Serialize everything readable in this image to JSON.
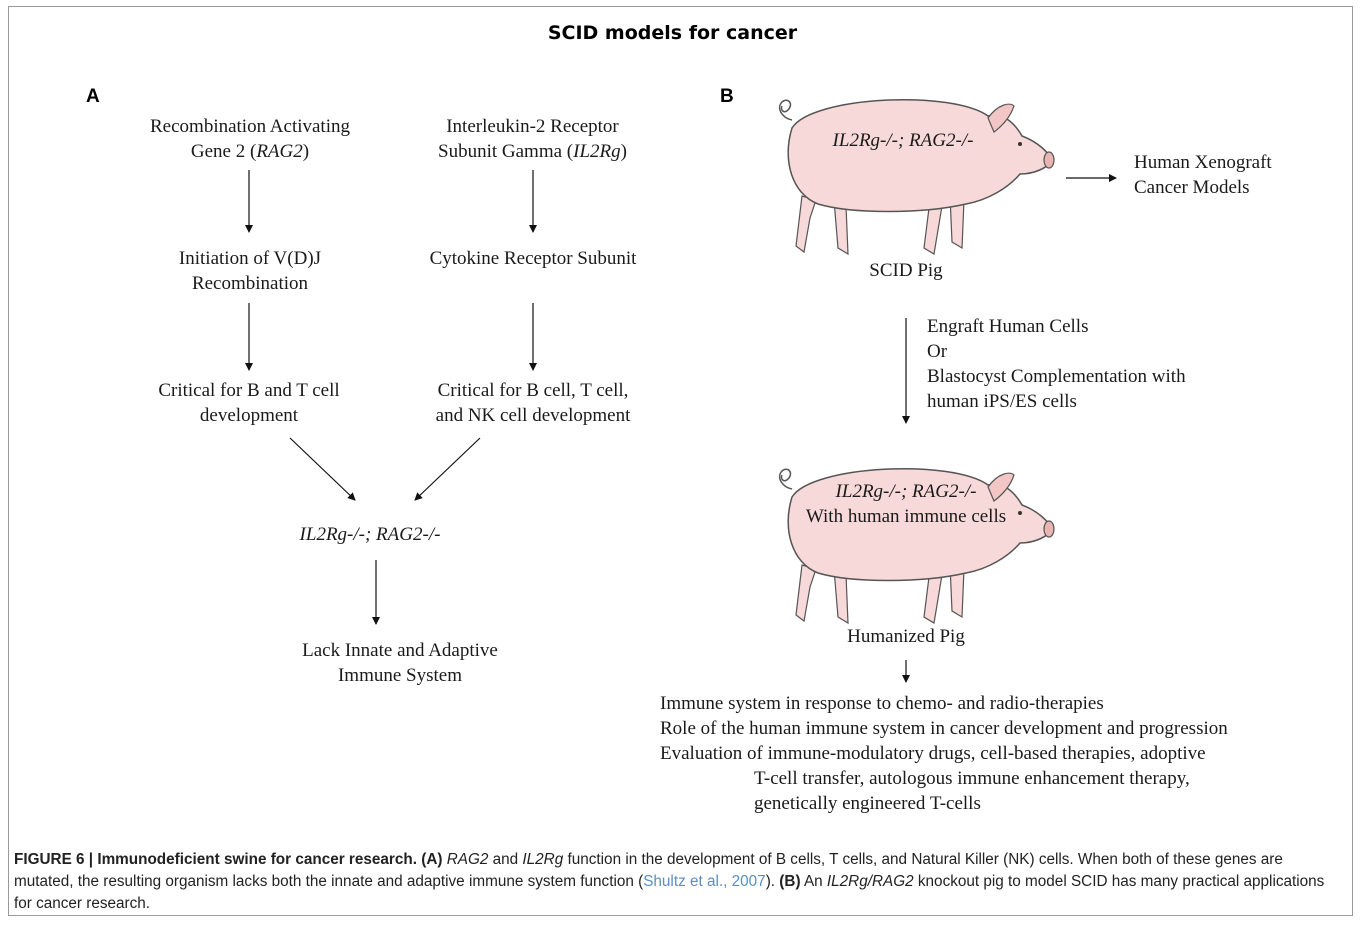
{
  "figure_title": "SCID models for cancer",
  "panel_a": {
    "label": "A",
    "rag2_line1": "Recombination Activating",
    "rag2_line2_pre": "Gene 2 (",
    "rag2_line2_gene": "RAG2",
    "rag2_line2_post": ")",
    "il2rg_line1": "Interleukin-2 Receptor",
    "il2rg_line2_pre": "Subunit Gamma (",
    "il2rg_line2_gene": "IL2Rg",
    "il2rg_line2_post": ")",
    "vdj_line1": "Initiation of V(D)J",
    "vdj_line2": "Recombination",
    "cytokine": "Cytokine Receptor Subunit",
    "bt_line1": "Critical for B and T cell",
    "bt_line2": "development",
    "btnk_line1": "Critical for B cell, T cell,",
    "btnk_line2": "and NK cell development",
    "genotype": "IL2Rg-/-; RAG2-/-",
    "lack_line1": "Lack Innate and Adaptive",
    "lack_line2": "Immune System"
  },
  "panel_b": {
    "label": "B",
    "pig1_genotype": "IL2Rg-/-; RAG2-/-",
    "scid_pig": "SCID Pig",
    "xeno_line1": "Human Xenograft",
    "xeno_line2": "Cancer Models",
    "engraft_line1": "Engraft Human Cells",
    "engraft_line2": "Or",
    "engraft_line3": "Blastocyst Complementation with",
    "engraft_line4": "human iPS/ES cells",
    "pig2_genotype": "IL2Rg-/-; RAG2-/-",
    "pig2_subtitle": "With human immune cells",
    "humanized_pig": "Humanized Pig",
    "app1": "Immune system in response to chemo- and radio-therapies",
    "app2": "Role of the human immune system in cancer development and progression",
    "app3": "Evaluation of immune-modulatory drugs, cell-based therapies, adoptive",
    "app4": "T-cell transfer, autologous immune enhancement therapy,",
    "app5": "genetically engineered T-cells"
  },
  "caption": {
    "fig_label": "FIGURE 6 | Immunodeficient swine for cancer research.",
    "a_label": "(A)",
    "gene1": "RAG2",
    "and": "and",
    "gene2": "IL2Rg",
    "text1": "function in the development of B cells, T cells, and Natural Killer (NK) cells. When both of these genes are mutated, the resulting organism lacks both the innate and adaptive immune system function (",
    "citation": "Shultz et al., 2007",
    "text2": ").",
    "b_label": "(B)",
    "text3": "An",
    "gene3": "IL2Rg/RAG2",
    "text4": "knockout pig to model SCID has many practical applications for cancer research."
  },
  "colors": {
    "pig_fill": "#f6d9d8",
    "pig_stroke": "#555555",
    "citation": "#5a8fc2",
    "frame": "#9a9a9a"
  }
}
